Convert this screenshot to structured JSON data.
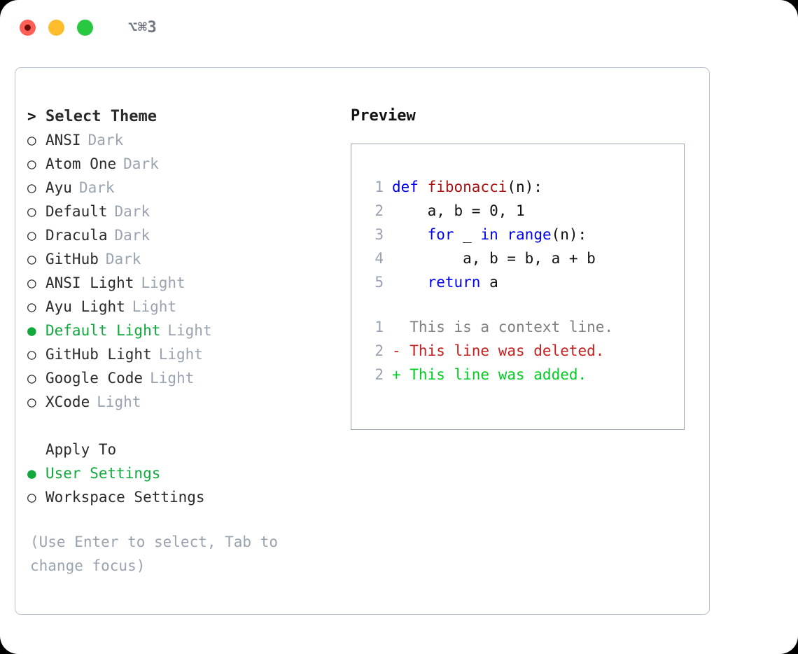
{
  "titlebar": {
    "shortcut": "⌥⌘3",
    "lights": [
      "close-red",
      "minimize-yellow",
      "zoom-green"
    ]
  },
  "theme_list": {
    "header_marker": ">",
    "header": "Select Theme",
    "items": [
      {
        "marker": "○",
        "label": "ANSI",
        "tag": "Dark",
        "selected": false
      },
      {
        "marker": "○",
        "label": "Atom One",
        "tag": "Dark",
        "selected": false
      },
      {
        "marker": "○",
        "label": "Ayu",
        "tag": "Dark",
        "selected": false
      },
      {
        "marker": "○",
        "label": "Default",
        "tag": "Dark",
        "selected": false
      },
      {
        "marker": "○",
        "label": "Dracula",
        "tag": "Dark",
        "selected": false
      },
      {
        "marker": "○",
        "label": "GitHub",
        "tag": "Dark",
        "selected": false
      },
      {
        "marker": "○",
        "label": "ANSI Light",
        "tag": "Light",
        "selected": false
      },
      {
        "marker": "○",
        "label": "Ayu Light",
        "tag": "Light",
        "selected": false
      },
      {
        "marker": "●",
        "label": "Default Light",
        "tag": "Light",
        "selected": true
      },
      {
        "marker": "○",
        "label": "GitHub Light",
        "tag": "Light",
        "selected": false
      },
      {
        "marker": "○",
        "label": "Google Code",
        "tag": "Light",
        "selected": false
      },
      {
        "marker": "○",
        "label": "XCode",
        "tag": "Light",
        "selected": false
      }
    ]
  },
  "apply_to": {
    "header": "Apply To",
    "items": [
      {
        "marker": "●",
        "label": "User Settings",
        "selected": true
      },
      {
        "marker": "○",
        "label": "Workspace Settings",
        "selected": false
      }
    ]
  },
  "hint": "(Use Enter to select, Tab to change focus)",
  "preview": {
    "title": "Preview",
    "code_lines": [
      {
        "number": "1",
        "tokens": [
          {
            "text": "def ",
            "kind": "kw"
          },
          {
            "text": "fibonacci",
            "kind": "fn"
          },
          {
            "text": "(n):",
            "kind": "txt"
          }
        ]
      },
      {
        "number": "2",
        "tokens": [
          {
            "text": "    a, b = 0, 1",
            "kind": "txt"
          }
        ]
      },
      {
        "number": "3",
        "tokens": [
          {
            "text": "    ",
            "kind": "txt"
          },
          {
            "text": "for",
            "kind": "kw"
          },
          {
            "text": " _ ",
            "kind": "txt"
          },
          {
            "text": "in ",
            "kind": "kw"
          },
          {
            "text": "range",
            "kind": "kw"
          },
          {
            "text": "(n):",
            "kind": "txt"
          }
        ]
      },
      {
        "number": "4",
        "tokens": [
          {
            "text": "        a, b = b, a + b",
            "kind": "txt"
          }
        ]
      },
      {
        "number": "5",
        "tokens": [
          {
            "text": "    ",
            "kind": "txt"
          },
          {
            "text": "return",
            "kind": "kw"
          },
          {
            "text": " a",
            "kind": "txt"
          }
        ]
      }
    ],
    "diff_lines": [
      {
        "number": "1",
        "text": "  This is a context line.",
        "kind": "ctx"
      },
      {
        "number": "2",
        "text": "- This line was deleted.",
        "kind": "del"
      },
      {
        "number": "2",
        "text": "+ This line was added.",
        "kind": "add"
      }
    ]
  },
  "colors": {
    "accent_green": "#11a83c",
    "muted_gray": "#9aa3b0",
    "keyword_blue": "#0000ee",
    "function_red": "#aa1111",
    "diff_deleted": "#c62020",
    "diff_added": "#00cc22",
    "border": "#b9c2cf"
  }
}
